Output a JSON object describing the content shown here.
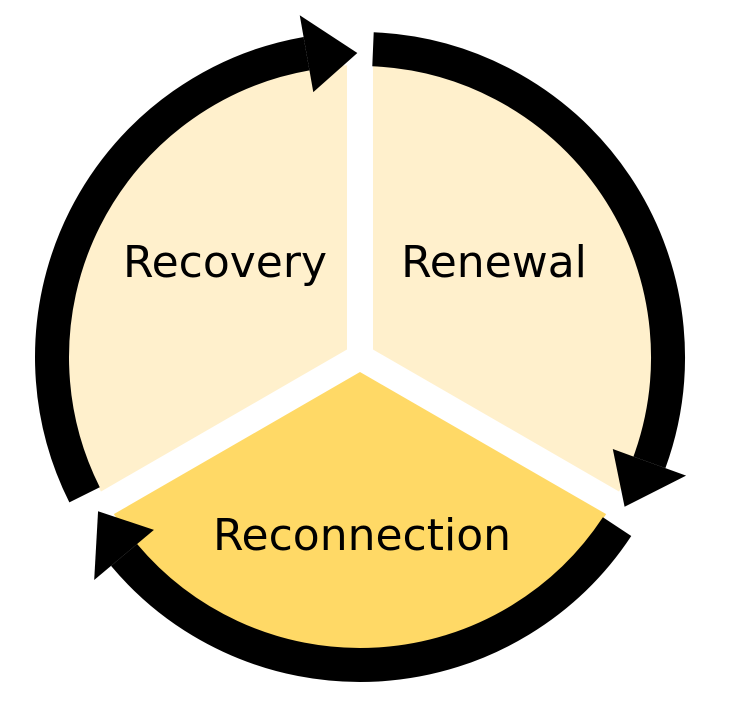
{
  "diagram": {
    "type": "cycle",
    "colors": {
      "light_segment": "#FFF0CC",
      "highlight_segment": "#FFD966",
      "arrow": "#000000",
      "background": "#FFFFFF"
    },
    "segments": [
      {
        "label": "Renewal",
        "highlighted": false
      },
      {
        "label": "Reconnection",
        "highlighted": true
      },
      {
        "label": "Recovery",
        "highlighted": false
      }
    ],
    "direction": "clockwise"
  }
}
